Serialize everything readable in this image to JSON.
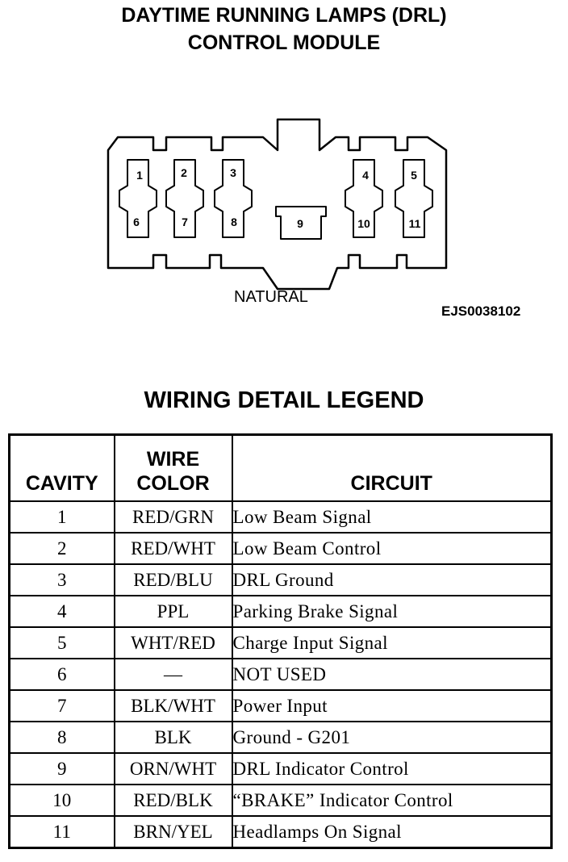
{
  "title": {
    "line1": "DAYTIME RUNNING LAMPS (DRL)",
    "line2": "CONTROL MODULE"
  },
  "connector": {
    "cavity_labels": [
      "1",
      "2",
      "3",
      "4",
      "5",
      "6",
      "7",
      "8",
      "9",
      "10",
      "11"
    ],
    "caption": "NATURAL",
    "figure_id": "EJS0038102"
  },
  "legend": {
    "title": "WIRING DETAIL LEGEND",
    "headers": {
      "cavity": "CAVITY",
      "wire_color_line1": "WIRE",
      "wire_color_line2": "COLOR",
      "circuit": "CIRCUIT"
    },
    "rows": [
      {
        "cavity": "1",
        "color": "RED/GRN",
        "circuit": "Low Beam Signal"
      },
      {
        "cavity": "2",
        "color": "RED/WHT",
        "circuit": "Low Beam Control"
      },
      {
        "cavity": "3",
        "color": "RED/BLU",
        "circuit": "DRL Ground"
      },
      {
        "cavity": "4",
        "color": "PPL",
        "circuit": "Parking Brake Signal"
      },
      {
        "cavity": "5",
        "color": "WHT/RED",
        "circuit": "Charge Input Signal"
      },
      {
        "cavity": "6",
        "color": "—",
        "circuit": "NOT USED"
      },
      {
        "cavity": "7",
        "color": "BLK/WHT",
        "circuit": "Power Input"
      },
      {
        "cavity": "8",
        "color": "BLK",
        "circuit": "Ground - G201"
      },
      {
        "cavity": "9",
        "color": "ORN/WHT",
        "circuit": "DRL Indicator Control"
      },
      {
        "cavity": "10",
        "color": "RED/BLK",
        "circuit": "“BRAKE” Indicator Control"
      },
      {
        "cavity": "11",
        "color": "BRN/YEL",
        "circuit": "Headlamps On Signal"
      }
    ]
  }
}
